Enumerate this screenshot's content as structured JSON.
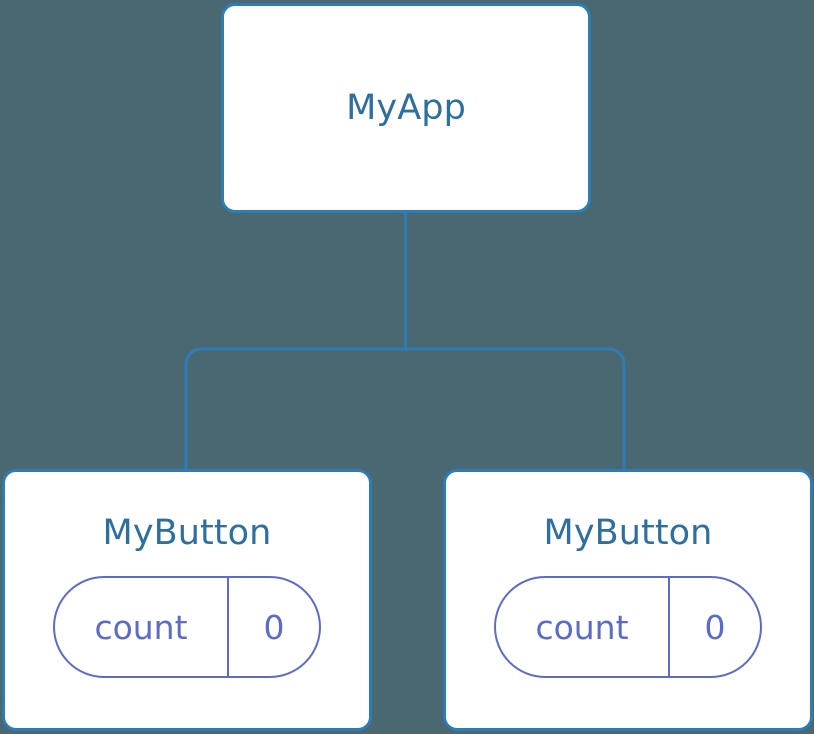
{
  "diagram": {
    "type": "component-tree",
    "background_color": "#4a6872",
    "node_border_color": "#2d7cb5",
    "node_background_color": "#ffffff",
    "title_text_color": "#2d6f9e",
    "state_pill_color": "#5c6bc8",
    "connector_color": "#2d7cb5"
  },
  "root": {
    "title": "MyApp"
  },
  "children": [
    {
      "title": "MyButton",
      "state": {
        "key": "count",
        "value": "0"
      }
    },
    {
      "title": "MyButton",
      "state": {
        "key": "count",
        "value": "0"
      }
    }
  ]
}
